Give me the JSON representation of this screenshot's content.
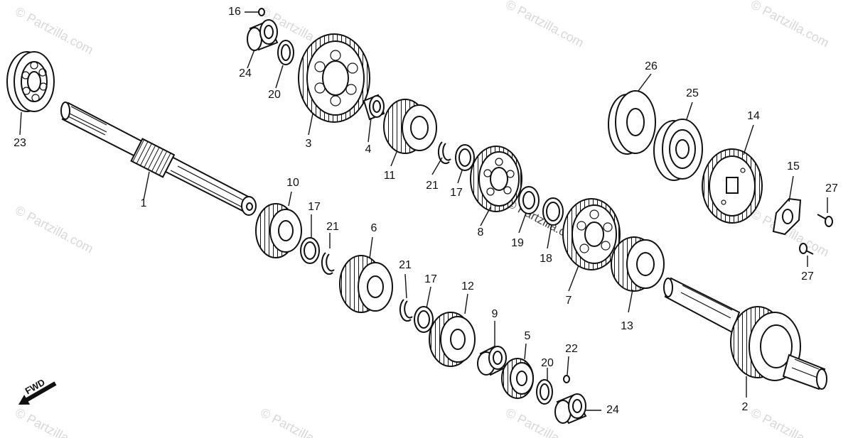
{
  "watermark": {
    "text": "© Partzilla.com",
    "color": "#d8d8d8"
  },
  "direction_label": "FWD",
  "callouts": [
    "1",
    "2",
    "3",
    "4",
    "5",
    "6",
    "7",
    "8",
    "9",
    "10",
    "11",
    "12",
    "13",
    "14",
    "15",
    "16",
    "17",
    "17",
    "17",
    "18",
    "19",
    "20",
    "20",
    "21",
    "21",
    "21",
    "22",
    "23",
    "24",
    "24",
    "25",
    "26",
    "27",
    "27"
  ]
}
